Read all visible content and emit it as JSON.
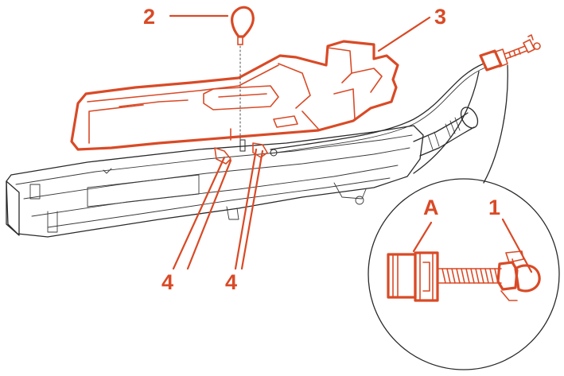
{
  "callouts": {
    "c1": "1",
    "c2": "2",
    "c3": "3",
    "c4a": "4",
    "c4b": "4",
    "cA": "A"
  },
  "colors": {
    "highlight": "#d94a26",
    "ink": "#2a2a2a",
    "background": "#ffffff"
  },
  "parts": [
    {
      "callout": "1",
      "icon": "gear-selector-cable-adjuster-icon"
    },
    {
      "callout": "2",
      "icon": "gear-knob-icon"
    },
    {
      "callout": "3",
      "icon": "center-console-icon"
    },
    {
      "callout": "4",
      "icon": "console-fastener-icon"
    },
    {
      "callout": "A",
      "icon": "cable-end-fitting-icon"
    }
  ]
}
